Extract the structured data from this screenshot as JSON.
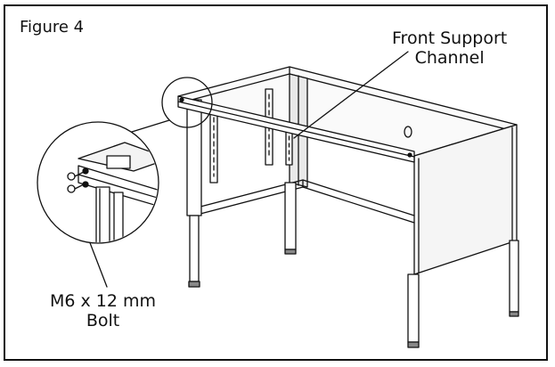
{
  "figure_label": "Figure 4",
  "callouts": {
    "front_support": {
      "line1": "Front Support",
      "line2": "Channel"
    },
    "bolt": {
      "line1": "M6 x 12 mm",
      "line2": "Bolt"
    }
  },
  "colors": {
    "line": "#111111",
    "fill_light": "#f2f2f2",
    "fill_mid": "#d8d8d8",
    "fill_dark": "#9a9a9a"
  }
}
